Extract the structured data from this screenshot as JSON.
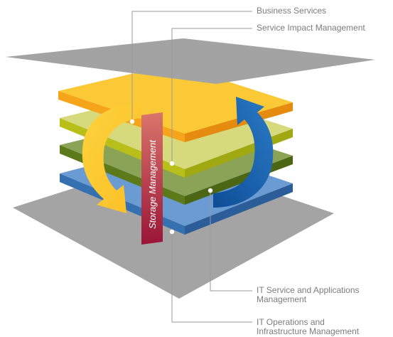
{
  "diagram": {
    "storage_label": "Storage Management",
    "labels": {
      "business_services": "Business Services",
      "service_impact": "Service Impact Management",
      "it_service_apps_line1": "IT Service and Applications",
      "it_service_apps_line2": "Management",
      "it_ops_line1": "IT Operations and",
      "it_ops_line2": "Infrastructure Management"
    },
    "colors": {
      "plane": "#a3a3a3",
      "orange_layer": "#f7a51c",
      "lime_layer": "#c4cc1a",
      "green_layer": "#62801f",
      "blue_layer": "#3f82c4",
      "yellow_arrow": "#fcc936",
      "blue_arrow": "#1a63ae",
      "storage_bar": "#a8243a",
      "leader_line": "#9a9a9a"
    }
  }
}
